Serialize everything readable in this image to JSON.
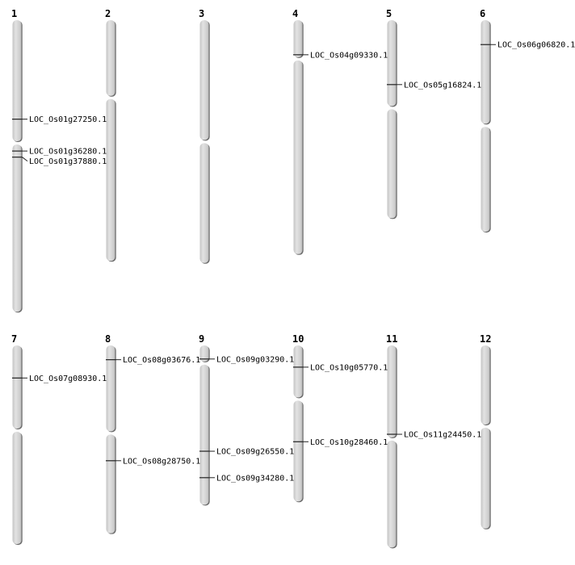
{
  "chart_data": {
    "type": "chromosome-map",
    "units": "Mb (approximate)",
    "chromosomes": [
      {
        "name": "1",
        "length": 43.0,
        "centromere": 18.1,
        "genes": [
          {
            "id": "LOC_Os01g27250.1",
            "pos": 14.6
          },
          {
            "id": "LOC_Os01g36280.1",
            "pos": 19.3
          },
          {
            "id": "LOC_Os01g37880.1",
            "pos": 20.2
          }
        ]
      },
      {
        "name": "2",
        "length": 35.5,
        "centromere": 11.4,
        "genes": []
      },
      {
        "name": "3",
        "length": 35.8,
        "centromere": 17.9,
        "genes": []
      },
      {
        "name": "4",
        "length": 34.5,
        "centromere": 5.7,
        "genes": [
          {
            "id": "LOC_Os04g09330.1",
            "pos": 5.1
          }
        ]
      },
      {
        "name": "5",
        "length": 29.2,
        "centromere": 12.9,
        "genes": [
          {
            "id": "LOC_Os05g16824.1",
            "pos": 9.5
          }
        ]
      },
      {
        "name": "6",
        "length": 31.2,
        "centromere": 15.5,
        "genes": [
          {
            "id": "LOC_Os06g06820.1",
            "pos": 3.6
          }
        ]
      },
      {
        "name": "7",
        "length": 29.3,
        "centromere": 12.5,
        "genes": [
          {
            "id": "LOC_Os07g08930.1",
            "pos": 4.8
          }
        ]
      },
      {
        "name": "8",
        "length": 27.7,
        "centromere": 12.9,
        "genes": [
          {
            "id": "LOC_Os08g03676.1",
            "pos": 2.1
          },
          {
            "id": "LOC_Os08g28750.1",
            "pos": 17.0
          }
        ]
      },
      {
        "name": "9",
        "length": 23.5,
        "centromere": 2.6,
        "genes": [
          {
            "id": "LOC_Os09g03290.1",
            "pos": 2.0
          },
          {
            "id": "LOC_Os09g26550.1",
            "pos": 15.6
          },
          {
            "id": "LOC_Os09g34280.1",
            "pos": 19.5
          }
        ]
      },
      {
        "name": "10",
        "length": 23.0,
        "centromere": 7.9,
        "genes": [
          {
            "id": "LOC_Os10g05770.1",
            "pos": 3.2
          },
          {
            "id": "LOC_Os10g28460.1",
            "pos": 14.2
          }
        ]
      },
      {
        "name": "11",
        "length": 29.8,
        "centromere": 13.8,
        "genes": [
          {
            "id": "LOC_Os11g24450.1",
            "pos": 13.1
          }
        ]
      },
      {
        "name": "12",
        "length": 27.0,
        "centromere": 11.9,
        "genes": []
      }
    ]
  }
}
